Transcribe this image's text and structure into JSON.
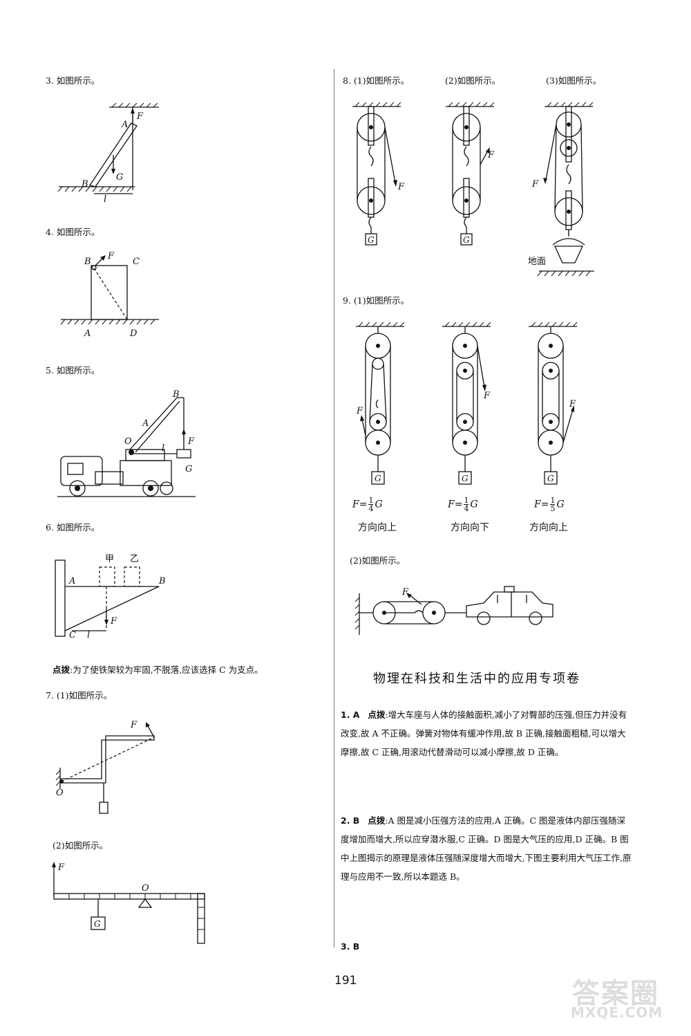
{
  "left": {
    "q3": "3. 如图所示。",
    "q4": "4. 如图所示。",
    "q5": "5. 如图所示。",
    "q6": "6. 如图所示。",
    "q6_hint_label": "点拨",
    "q6_hint": ":为了使铁架较为牢固,不脱落,应该选择 C 为支点。",
    "q7_1": "7. (1)如图所示。",
    "q7_2": "(2)如图所示。"
  },
  "right": {
    "q8_1": "8. (1)如图所示。",
    "q8_2": "(2)如图所示。",
    "q8_3": "(3)如图所示。",
    "q8_ground": "地面",
    "q9_1": "9. (1)如图所示。",
    "q9_f1": "F=",
    "q9_f2": "F=",
    "q9_f3": "F=",
    "q9_num1": "1",
    "q9_den1": "4",
    "q9_num2": "1",
    "q9_den2": "4",
    "q9_num3": "1",
    "q9_den3": "5",
    "q9_g": "G",
    "q9_dir1": "方向向上",
    "q9_dir2": "方向向下",
    "q9_dir3": "方向向上",
    "q9_2": "(2)如图所示。"
  },
  "section": {
    "title": "物理在科技和生活中的应用专项卷",
    "a1_num": "1. A",
    "a1_label": "点拨",
    "a1_text": ":增大车座与人体的接触面积,减小了对臀部的压强,但压力并没有改变,故 A 不正确。弹簧对物体有缓冲作用,故 B 正确,接触面粗糙,可以增大摩擦,故 C 正确,用滚动代替滑动可以减小摩擦,故 D 正确。",
    "a2_num": "2. B",
    "a2_label": "点拨",
    "a2_text": ":A 图是减小压强方法的应用,A 正确。C 图是液体内部压强随深度增加而增大,所以应穿潜水服,C 正确。D 图是大气压的应用,D 正确。B 图中上图揭示的原理是液体压强随深度增大而增大,下图主要利用大气压工作,原理与应用不一致,所以本题选 B。",
    "a3": "3. B"
  },
  "page_number": "191",
  "watermark_line1": "答案圈",
  "watermark_line2": "MXQE.COM",
  "labels": {
    "F": "F",
    "A": "A",
    "B": "B",
    "C": "C",
    "D": "D",
    "G": "G",
    "O": "O",
    "l": "l",
    "jia": "甲",
    "yi": "乙"
  }
}
